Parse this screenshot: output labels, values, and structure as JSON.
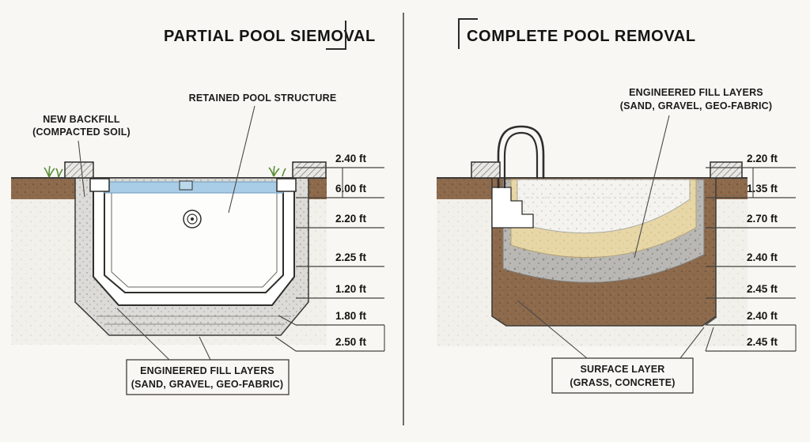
{
  "colors": {
    "water": "#a9cde7",
    "soil": "#8d6a4c",
    "sand": "#e7d7a6",
    "gravel": "#b9b8b4",
    "ink": "#2e2e2c"
  },
  "left": {
    "title": "PARTIAL POOL SIEMOVAL",
    "callout_backfill_line1": "NEW BACKFILL",
    "callout_backfill_line2": "(COMPACTED SOIL)",
    "callout_retained": "RETAINED POOL STRUCTURE",
    "callout_fill_line1": "ENGINEERED FILL LAYERS",
    "callout_fill_line2": "(SAND, GRAVEL, GEO-FABRIC)",
    "measurements": [
      "2.40 ft",
      "6.00 ft",
      "2.20 ft",
      "2.25 ft",
      "1.20 ft",
      "1.80 ft",
      "2.50 ft"
    ]
  },
  "right": {
    "title": "COMPLETE POOL REMOVAL",
    "callout_fill_line1": "ENGINEERED FILL LAYERS",
    "callout_fill_line2": "(SAND, GRAVEL, GEO-FABRIC)",
    "callout_surface_line1": "SURFACE LAYER",
    "callout_surface_line2": "(GRASS, CONCRETE)",
    "measurements": [
      "2.20 ft",
      "1.35 ft",
      "2.70 ft",
      "2.40 ft",
      "2.45 ft",
      "2.40 ft",
      "2.45 ft"
    ]
  }
}
